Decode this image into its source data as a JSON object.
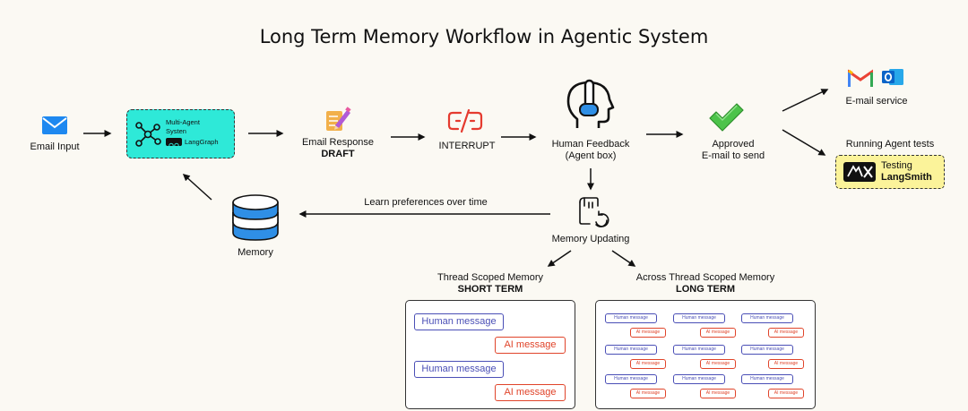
{
  "title": "Long Term Memory Workflow in Agentic System",
  "nodes": {
    "email_input": "Email Input",
    "agent_box": {
      "line1": "Multi-Agent",
      "line2": "Systen",
      "badge": "LangGraph"
    },
    "email_response": {
      "line1": "Email Response",
      "line2": "DRAFT"
    },
    "interrupt": "INTERRUPT",
    "human_feedback": {
      "line1": "Human Feedback",
      "line2": "(Agent box)"
    },
    "approved": {
      "line1": "Approved",
      "line2": "E-mail to send"
    },
    "email_service": "E-mail service",
    "running_tests": "Running Agent tests",
    "testing": {
      "line1": "Testing",
      "line2": "LangSmith"
    },
    "memory_updating": "Memory Updating",
    "memory": "Memory",
    "learn_label": "Learn preferences over time"
  },
  "short_term": {
    "title": "Thread Scoped Memory",
    "subtitle": "SHORT TERM",
    "human_label": "Human message",
    "ai_label": "AI message"
  },
  "long_term": {
    "title": "Across Thread Scoped Memory",
    "subtitle": "LONG TERM",
    "human_label": "Human message",
    "ai_label": "AI message"
  },
  "colors": {
    "background": "#fbf9f3",
    "agent_box": "#2ee9d8",
    "test_box": "#fbf39a",
    "human_chip": "#4a4fb6",
    "ai_chip": "#e0442a",
    "interrupt_red": "#e53a2f",
    "check_green": "#4cc34a",
    "gmail_red": "#ea4335",
    "outlook_blue": "#0a64c8"
  },
  "icons": [
    "envelope-icon",
    "network-icon",
    "pencil-note-icon",
    "broken-link-icon",
    "headset-person-icon",
    "checkmark-icon",
    "gmail-icon",
    "outlook-icon",
    "langsmith-icon",
    "memory-update-icon",
    "database-icon"
  ]
}
